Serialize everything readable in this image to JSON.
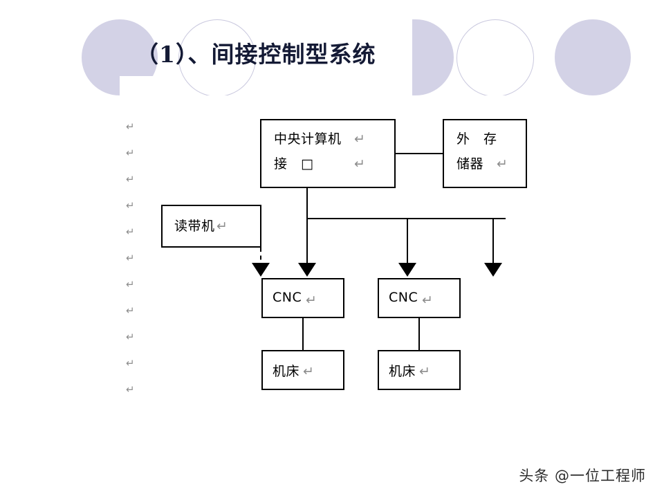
{
  "slide": {
    "title": "（1）、间接控制型系统",
    "title_color": "#141a35",
    "background": "#ffffff",
    "accent_color": "#d3d2e6",
    "watermark": "头条 @一位工程师"
  },
  "editor_marks": {
    "pilcrow_glyph": "↵",
    "count": 11,
    "color": "#8d8d8d"
  },
  "diagram": {
    "type": "block-diagram",
    "boxes": [
      {
        "id": "cpu",
        "lines": [
          "中央计算机",
          "接　□"
        ],
        "pilcrow": "↵",
        "name": "central-computer"
      },
      {
        "id": "store",
        "lines": [
          "外　存",
          "储器"
        ],
        "pilcrow": "↵",
        "name": "external-storage"
      },
      {
        "id": "reader",
        "lines": [
          "读带机"
        ],
        "pilcrow": "↵",
        "name": "tape-reader",
        "spellcheck_underline": true
      },
      {
        "id": "cnc1",
        "lines": [
          "CNC"
        ],
        "pilcrow": "↵",
        "name": "cnc-unit-1"
      },
      {
        "id": "cnc2",
        "lines": [
          "CNC"
        ],
        "pilcrow": "↵",
        "name": "cnc-unit-2"
      },
      {
        "id": "mt1",
        "lines": [
          "机床"
        ],
        "pilcrow": "↵",
        "name": "machine-tool-1"
      },
      {
        "id": "mt2",
        "lines": [
          "机床"
        ],
        "pilcrow": "↵",
        "name": "machine-tool-2"
      }
    ],
    "connections": [
      {
        "from": "cpu",
        "to": "store",
        "style": "solid"
      },
      {
        "from": "cpu",
        "to": "bus",
        "style": "solid"
      },
      {
        "from": "bus",
        "to": "cnc1",
        "style": "solid",
        "arrow": true
      },
      {
        "from": "bus",
        "to": "cnc2",
        "style": "solid",
        "arrow": true
      },
      {
        "from": "bus",
        "to": "spare",
        "style": "solid",
        "arrow": true
      },
      {
        "from": "reader",
        "to": "cnc1",
        "style": "dashed",
        "arrow": true
      },
      {
        "from": "cnc1",
        "to": "mt1",
        "style": "solid"
      },
      {
        "from": "cnc2",
        "to": "mt2",
        "style": "solid"
      }
    ]
  }
}
